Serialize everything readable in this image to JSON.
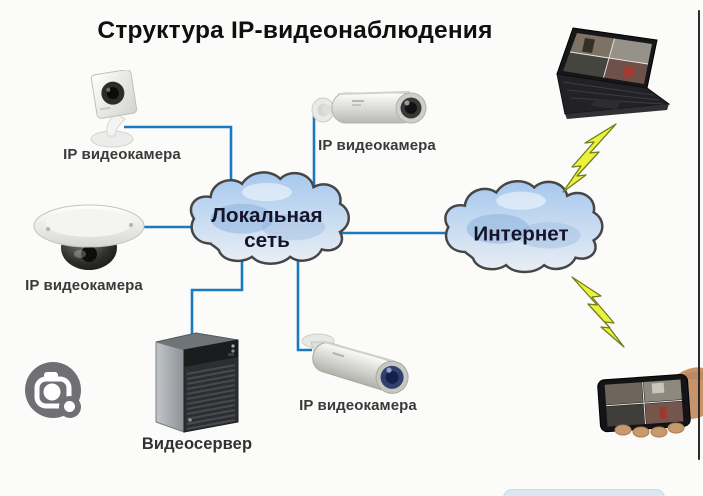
{
  "title": "Структура IP-видеонаблюдения",
  "diagram": {
    "nodes": {
      "camera_cube": {
        "label": "IP видеокамера",
        "type": "ip-camera-cube"
      },
      "camera_bullet_top": {
        "label": "IP видеокамера",
        "type": "ip-camera-bullet"
      },
      "camera_dome": {
        "label": "IP видеокамера",
        "type": "ip-camera-dome"
      },
      "camera_bullet_bottom": {
        "label": "IP видеокамера",
        "type": "ip-camera-bullet"
      },
      "video_server": {
        "label": "Видеосервер",
        "type": "server-tower"
      },
      "cloud_lan": {
        "label_line1": "Локальная",
        "label_line2": "сеть",
        "type": "network-cloud"
      },
      "cloud_internet": {
        "label": "Интернет",
        "type": "network-cloud"
      },
      "laptop": {
        "type": "laptop-monitoring-client"
      },
      "smartphone": {
        "type": "smartphone-in-hand-client"
      }
    },
    "colors": {
      "connection_line": "#1b79bd",
      "cloud_fill_top": "#a6c8ee",
      "cloud_fill_bottom": "#eef3f8",
      "cloud_outline": "#464646",
      "lightning_fill": "#ebf23c",
      "lightning_outline": "#6f7d20",
      "label_text": "#3a3a3a",
      "title_text": "#0f0f10",
      "lens_button_bg": "#6f7073",
      "right_edge_line": "#2b2b2e"
    }
  },
  "overlay": {
    "lens_button": "google-lens-camera"
  }
}
